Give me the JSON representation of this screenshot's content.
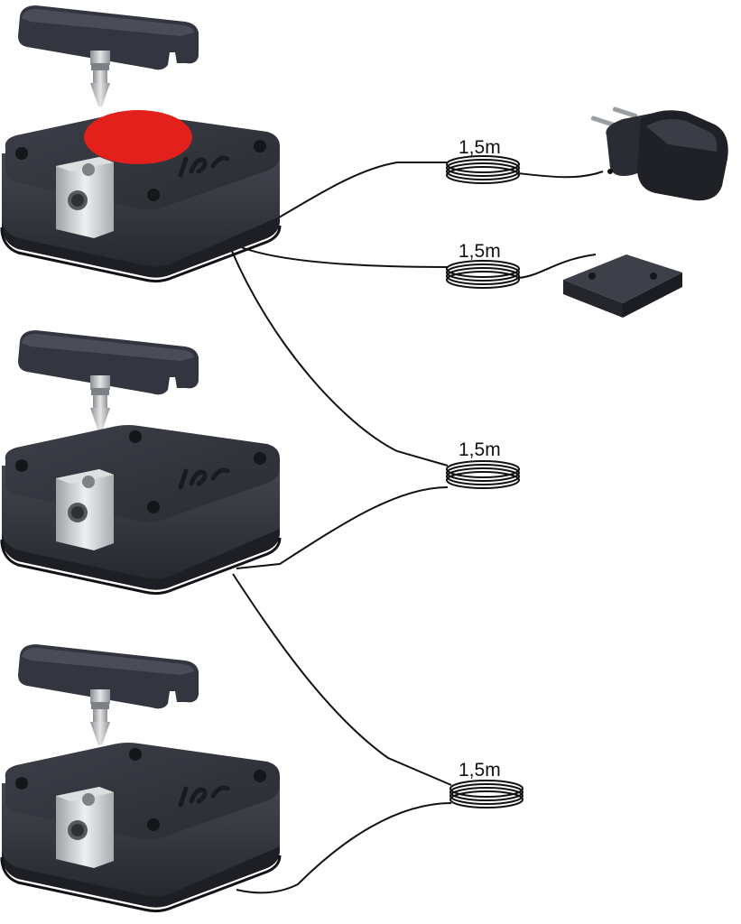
{
  "cable_labels": [
    "1,5m",
    "1,5m",
    "1,5m",
    "1,5m"
  ],
  "colors": {
    "background": "#ffffff",
    "lock_body": "#2d2f36",
    "lock_dark": "#1c1d22",
    "strike_plate": "#363842",
    "metal": "#c9cbce",
    "red_marker": "#e3201b",
    "wire": "#111111"
  },
  "parts": {
    "locks": [
      "lock-module",
      "lock-module",
      "lock-module"
    ],
    "strikers": [
      "strike-plate",
      "strike-plate",
      "strike-plate"
    ],
    "power_adapter": "eu-plug-power-adapter",
    "reader_pad": "square-sensor-pad"
  },
  "marker": "red-circle-on-first-lock"
}
